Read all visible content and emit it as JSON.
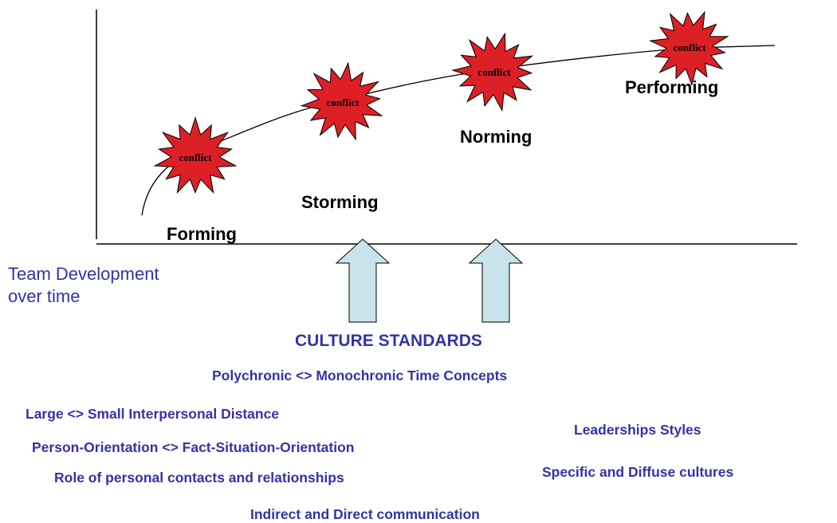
{
  "stages": {
    "forming": "Forming",
    "storming": "Storming",
    "norming": "Norming",
    "performing": "Performing"
  },
  "conflict_label": "conflict",
  "caption": {
    "line1": "Team Development",
    "line2": "over time"
  },
  "culture": {
    "title": "CULTURE STANDARDS",
    "items": {
      "time": "Polychronic <> Monochronic Time Concepts",
      "distance": "Large <> Small Interpersonal Distance",
      "orientation": "Person-Orientation <> Fact-Situation-Orientation",
      "contacts": "Role of personal contacts and relationships",
      "communication": "Indirect and Direct communication",
      "leadership": "Leaderships Styles",
      "specific": "Specific and Diffuse cultures"
    }
  },
  "colors": {
    "burst_fill": "#dd1f26",
    "burst_stroke": "#000000",
    "arrow_fill": "#c8e4ea",
    "text_blue": "#3333aa",
    "axis": "#000000"
  }
}
